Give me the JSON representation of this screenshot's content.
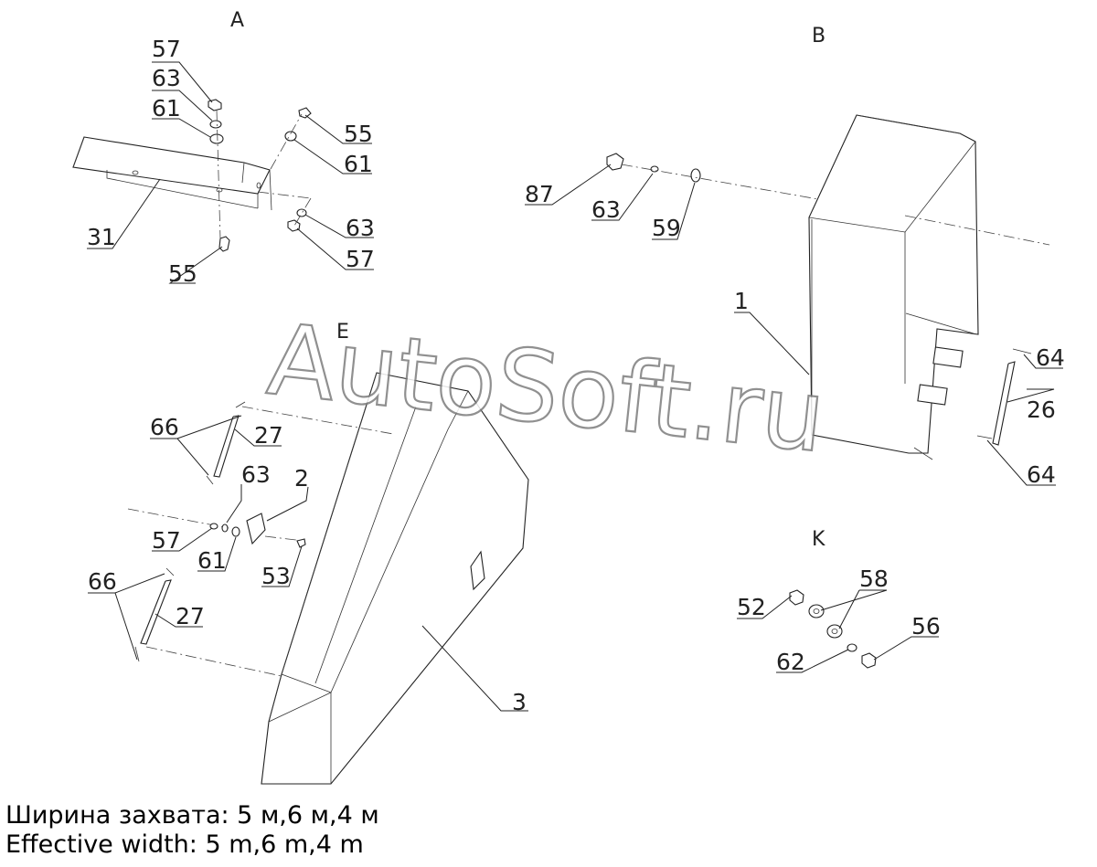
{
  "views": [
    "A",
    "B",
    "E",
    "K"
  ],
  "callouts": [
    "57",
    "63",
    "61",
    "55",
    "61",
    "63",
    "57",
    "55",
    "31",
    "87",
    "63",
    "59",
    "1",
    "64",
    "26",
    "64",
    "66",
    "27",
    "63",
    "2",
    "57",
    "61",
    "53",
    "66",
    "27",
    "3",
    "52",
    "58",
    "62",
    "56"
  ],
  "watermark": "AutoSoft.ru",
  "caption": {
    "line_ru": "Ширина захвата: 5 м,6 м,4 м",
    "line_en": "Effective width: 5 m,6 m,4 m"
  }
}
